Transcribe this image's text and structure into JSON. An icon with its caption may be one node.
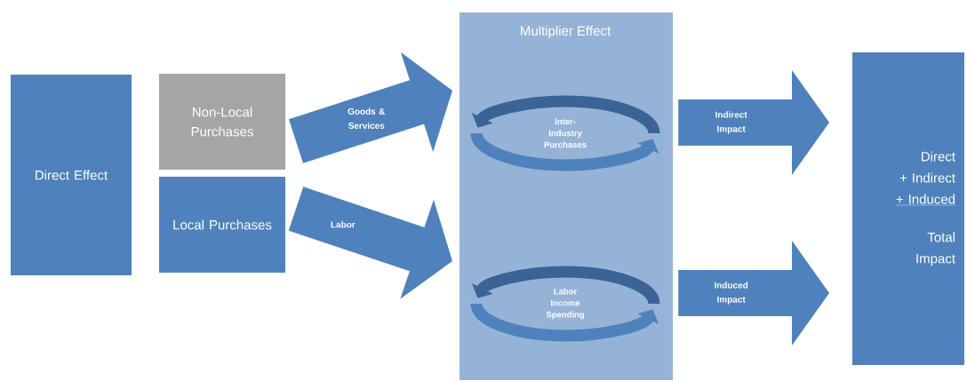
{
  "diagram": {
    "nodes": [
      {
        "text": [
          "Direct Effect"
        ]
      },
      {
        "text": [
          "Non-Local Purchases"
        ]
      },
      {
        "text": [
          "Local Purchases"
        ]
      },
      {
        "text": [
          "Multiplier Effect"
        ]
      },
      {
        "text": [
          "Inter-Industry Purchases"
        ],
        "in": 3
      },
      {
        "text": [
          "Labor Income Spending"
        ],
        "in": 3
      },
      {
        "text": [
          "Direct",
          "+ Indirect",
          "+ Induced",
          "Total Impact"
        ]
      }
    ],
    "edges": [
      {
        "from": 1,
        "to": 3,
        "arrow": "to",
        "label": "Goods & Services"
      },
      {
        "from": 2,
        "to": 3,
        "arrow": "to",
        "label": "Labor"
      },
      {
        "from": 4,
        "to": 6,
        "arrow": "to",
        "label": "Indirect Impact"
      },
      {
        "from": 5,
        "to": 6,
        "arrow": "to",
        "label": "Induced Impact"
      }
    ]
  }
}
